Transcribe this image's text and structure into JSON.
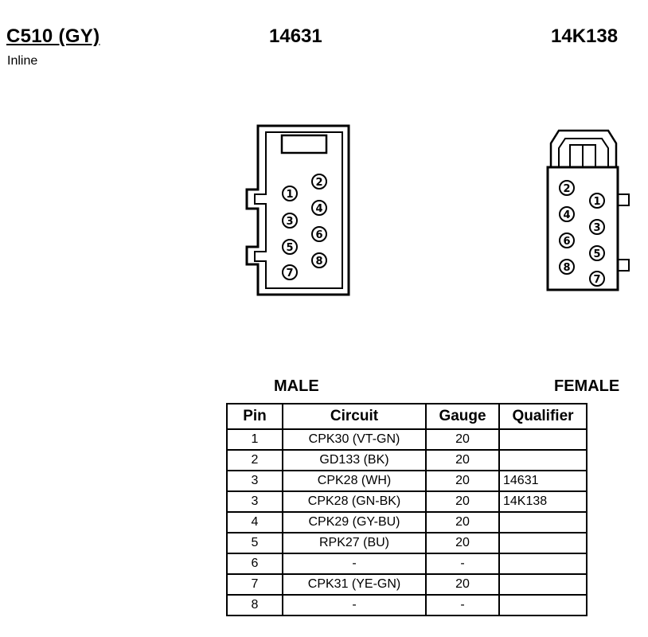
{
  "header": {
    "connector_id": "C510 (GY)",
    "connector_type": "Inline",
    "part_male": "14631",
    "part_female": "14K138"
  },
  "labels": {
    "male": "MALE",
    "female": "FEMALE"
  },
  "male_connector": {
    "pins": [
      "1",
      "2",
      "3",
      "4",
      "5",
      "6",
      "7",
      "8"
    ]
  },
  "female_connector": {
    "pins": [
      "1",
      "2",
      "3",
      "4",
      "5",
      "6",
      "7",
      "8"
    ]
  },
  "table": {
    "headers": [
      "Pin",
      "Circuit",
      "Gauge",
      "Qualifier"
    ],
    "rows": [
      [
        "1",
        "CPK30 (VT-GN)",
        "20",
        ""
      ],
      [
        "2",
        "GD133 (BK)",
        "20",
        ""
      ],
      [
        "3",
        "CPK28 (WH)",
        "20",
        "14631"
      ],
      [
        "3",
        "CPK28 (GN-BK)",
        "20",
        "14K138"
      ],
      [
        "4",
        "CPK29 (GY-BU)",
        "20",
        ""
      ],
      [
        "5",
        "RPK27 (BU)",
        "20",
        ""
      ],
      [
        "6",
        "-",
        "-",
        ""
      ],
      [
        "7",
        "CPK31 (YE-GN)",
        "20",
        ""
      ],
      [
        "8",
        "-",
        "-",
        ""
      ]
    ]
  }
}
